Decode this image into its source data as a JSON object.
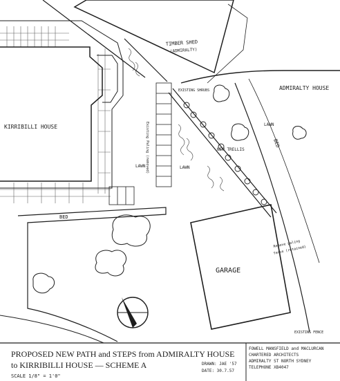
{
  "labels": {
    "timber_shed_line1": "TIMBER SHED",
    "timber_shed_line2": "(ADMIRALTY)",
    "admiralty_house": "ADMIRALTY HOUSE",
    "kirribilli_house": "KIRRIBILLI HOUSE",
    "shrubs": "EXISTING SHRUBS",
    "new_trellis": "NEW TRELLIS",
    "existing_tree": "Existing Paling (removed)",
    "lawn_a": "LAWN",
    "lawn_b": "LAWN",
    "lawn_c": "LAWN",
    "bed_top": "BED",
    "bed_right": "BED",
    "garage": "GARAGE",
    "fence_note_line1": "Remove paling",
    "fence_note_line2": "fence (retained)",
    "existing_fence": "EXISTING FENCE"
  },
  "title_block": {
    "title_line1": "PROPOSED  NEW  PATH  and  STEPS  from  ADMIRALTY  HOUSE",
    "title_line2": "to  KIRRIBILLI  HOUSE  —  SCHEME  A",
    "scale": "SCALE  1/8\" = 1'0\"",
    "drawn": "DRAWN: JAE '57",
    "date": "DATE: 30.7.57",
    "architects_line1": "FOWELL MANSFIELD and MACLURCAN",
    "architects_line2": "CHARTERED ARCHITECTS",
    "architects_line3": "ADMIRALTY ST  NORTH SYDNEY",
    "architects_line4": "TELEPHONE         XB4047"
  },
  "colors": {
    "ink": "#1e1e1e",
    "paper": "#ffffff"
  }
}
